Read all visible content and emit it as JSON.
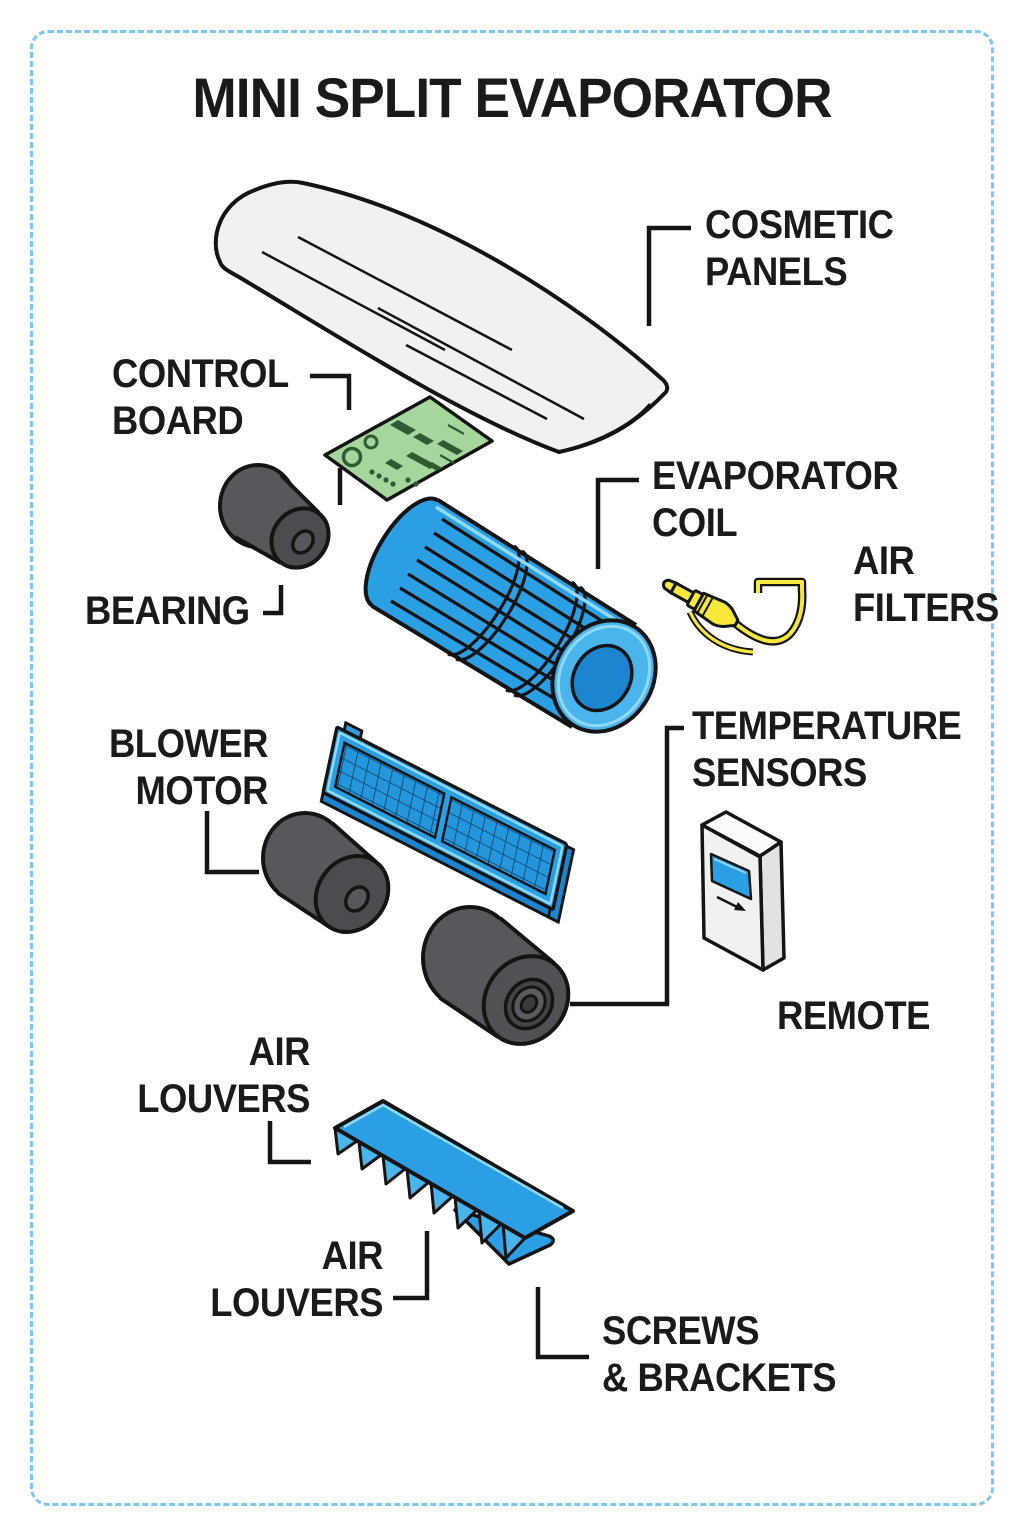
{
  "title": "MINI SPLIT EVAPORATOR",
  "labels": {
    "cosmetic_panels": "COSMETIC\nPANELS",
    "control_board": "CONTROL\nBOARD",
    "bearing": "BEARING",
    "evaporator_coil": "EVAPORATOR\nCOIL",
    "air_filters": "AIR\nFILTERS",
    "temperature_sensors": "TEMPERATURE\nSENSORS",
    "blower_motor": "BLOWER\nMOTOR",
    "remote": "REMOTE",
    "air_louvers_top": "AIR\nLOUVERS",
    "air_louvers_bottom": "AIR\nLOUVERS",
    "screws_brackets": "SCREWS\n& BRACKETS"
  },
  "colors": {
    "text": "#1A1A1A",
    "ink": "#141414",
    "borderBlue": "#7EC9F1",
    "blue": "#2B9FE3",
    "blueLight": "#49B5EC",
    "blueHighlight": "#8FD9F8",
    "blueDark": "#1B86CF",
    "meshBlue": "#2496DB",
    "meshLine": "#0B3B5E",
    "motorGray": "#57585B",
    "motorGrayDark": "#4B4C4F",
    "panelGray": "#F1F1EF",
    "sideGray": "#E2E2E0",
    "topWhite": "#FBFBFA",
    "pcbGreen": "#A5D79D",
    "pcbDark": "#2E5B33",
    "yellow": "#F6E93C",
    "background": "#FFFFFF"
  }
}
